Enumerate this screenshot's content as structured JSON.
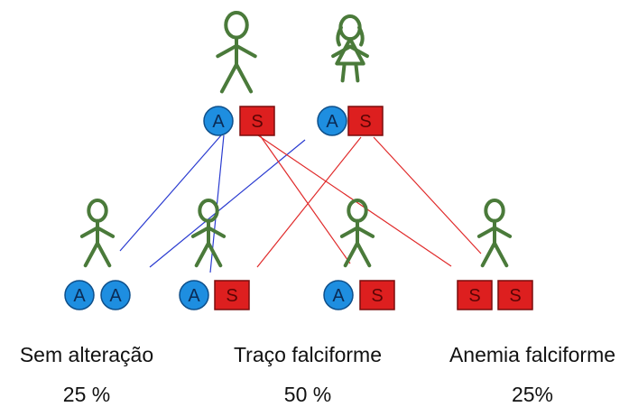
{
  "colors": {
    "figure": "#4a7a3a",
    "allele_a": "#1e8ee0",
    "allele_s": "#dd1f1f",
    "line_a": "#2a3bd0",
    "line_s": "#e02a2a"
  },
  "parents": [
    {
      "figure": "male-stick-figure-icon",
      "alleles": [
        "A",
        "S"
      ]
    },
    {
      "figure": "female-stick-figure-icon",
      "alleles": [
        "A",
        "S"
      ]
    }
  ],
  "children": [
    {
      "alleles": [
        "A",
        "A"
      ]
    },
    {
      "alleles": [
        "A",
        "S"
      ]
    },
    {
      "alleles": [
        "A",
        "S"
      ]
    },
    {
      "alleles": [
        "S",
        "S"
      ]
    }
  ],
  "outcomes": [
    {
      "label": "Sem alteração",
      "percent": "25 %"
    },
    {
      "label": "Traço falciforme",
      "percent": "50 %"
    },
    {
      "label": "Anemia falciforme",
      "percent": "25%"
    }
  ]
}
